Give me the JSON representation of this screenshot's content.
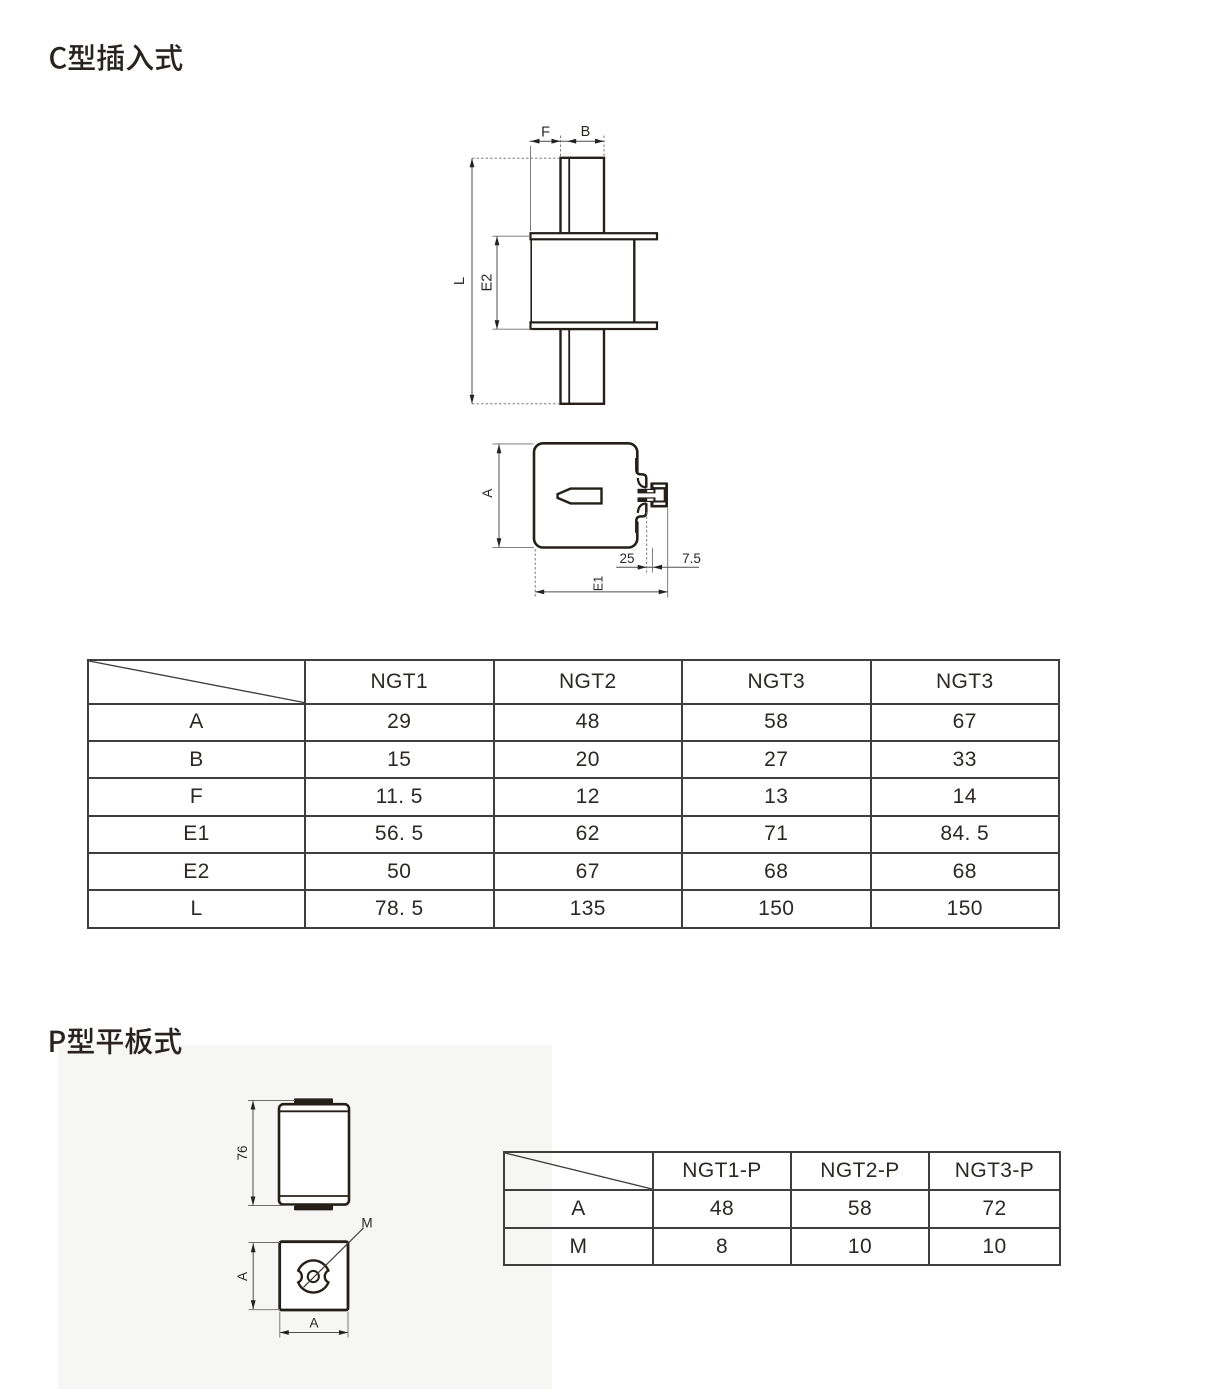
{
  "page": {
    "background": "#ffffff",
    "shaded_panel_color": "#f6f6f4",
    "ink_color": "#242019",
    "table_border_color": "#3f3f3f"
  },
  "section_c": {
    "title": "C型插入式"
  },
  "section_p": {
    "title": "P型平板式"
  },
  "drawing_c_side": {
    "labels": {
      "f": "F",
      "b": "B",
      "l": "L",
      "e2": "E2"
    }
  },
  "drawing_c_front": {
    "labels": {
      "a": "A",
      "d25": "25",
      "d75": "7.5",
      "e1": "E1"
    }
  },
  "drawing_p_side": {
    "labels": {
      "h76": "76"
    }
  },
  "drawing_p_bottom": {
    "labels": {
      "a_left": "A",
      "a_bottom": "A",
      "m": "M"
    }
  },
  "table_c": {
    "columns": [
      "NGT1",
      "NGT2",
      "NGT3",
      "NGT3"
    ],
    "rows": [
      {
        "label": "A",
        "values": [
          "29",
          "48",
          "58",
          "67"
        ]
      },
      {
        "label": "B",
        "values": [
          "15",
          "20",
          "27",
          "33"
        ]
      },
      {
        "label": "F",
        "values": [
          "11. 5",
          "12",
          "13",
          "14"
        ]
      },
      {
        "label": "E1",
        "values": [
          "56. 5",
          "62",
          "71",
          "84. 5"
        ]
      },
      {
        "label": "E2",
        "values": [
          "50",
          "67",
          "68",
          "68"
        ]
      },
      {
        "label": "L",
        "values": [
          "78. 5",
          "135",
          "150",
          "150"
        ]
      }
    ]
  },
  "table_p": {
    "columns": [
      "NGT1-P",
      "NGT2-P",
      "NGT3-P"
    ],
    "rows": [
      {
        "label": "A",
        "values": [
          "48",
          "58",
          "72"
        ]
      },
      {
        "label": "M",
        "values": [
          "8",
          "10",
          "10"
        ]
      }
    ]
  }
}
